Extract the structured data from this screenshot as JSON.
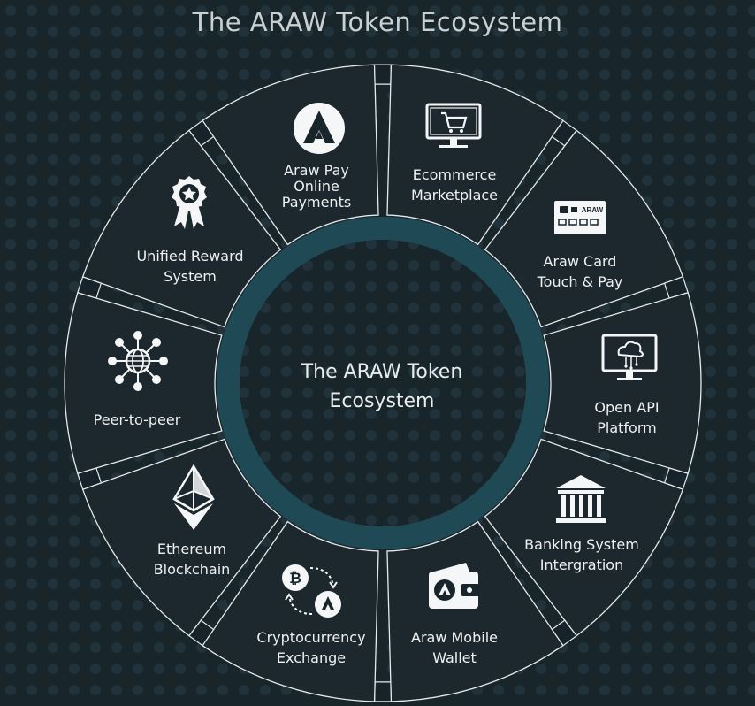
{
  "title": "The ARAW Token Ecosystem",
  "center_title": [
    "The ARAW Token",
    "Ecosystem"
  ],
  "colors": {
    "background": "#18252b",
    "segment_fill": "#1c282e",
    "segment_stroke": "#e6eaeb",
    "ring": "#1f4a55",
    "text": "#eef1f2"
  },
  "segments": [
    {
      "id": "araw-pay",
      "icon": "araw-logo-icon",
      "lines": [
        "Araw Pay",
        "Online",
        "Payments"
      ]
    },
    {
      "id": "ecommerce",
      "icon": "shopping-cart-monitor-icon",
      "lines": [
        "Ecommerce",
        "Marketplace"
      ]
    },
    {
      "id": "araw-card",
      "icon": "credit-card-icon",
      "lines": [
        "Araw Card",
        "Touch & Pay"
      ]
    },
    {
      "id": "open-api",
      "icon": "cloud-monitor-icon",
      "lines": [
        "Open API",
        "Platform"
      ]
    },
    {
      "id": "banking",
      "icon": "bank-icon",
      "lines": [
        "Banking System",
        "Intergration"
      ]
    },
    {
      "id": "mobile-wallet",
      "icon": "wallet-icon",
      "lines": [
        "Araw Mobile",
        "Wallet"
      ]
    },
    {
      "id": "crypto-exchange",
      "icon": "bitcoin-exchange-icon",
      "lines": [
        "Cryptocurrency",
        "Exchange"
      ]
    },
    {
      "id": "ethereum",
      "icon": "ethereum-icon",
      "lines": [
        "Ethereum",
        "Blockchain"
      ]
    },
    {
      "id": "peer-to-peer",
      "icon": "network-globe-icon",
      "lines": [
        "Peer-to-peer"
      ]
    },
    {
      "id": "reward",
      "icon": "award-badge-icon",
      "lines": [
        "Unified Reward",
        "System"
      ]
    }
  ],
  "card_text": "ARAW"
}
